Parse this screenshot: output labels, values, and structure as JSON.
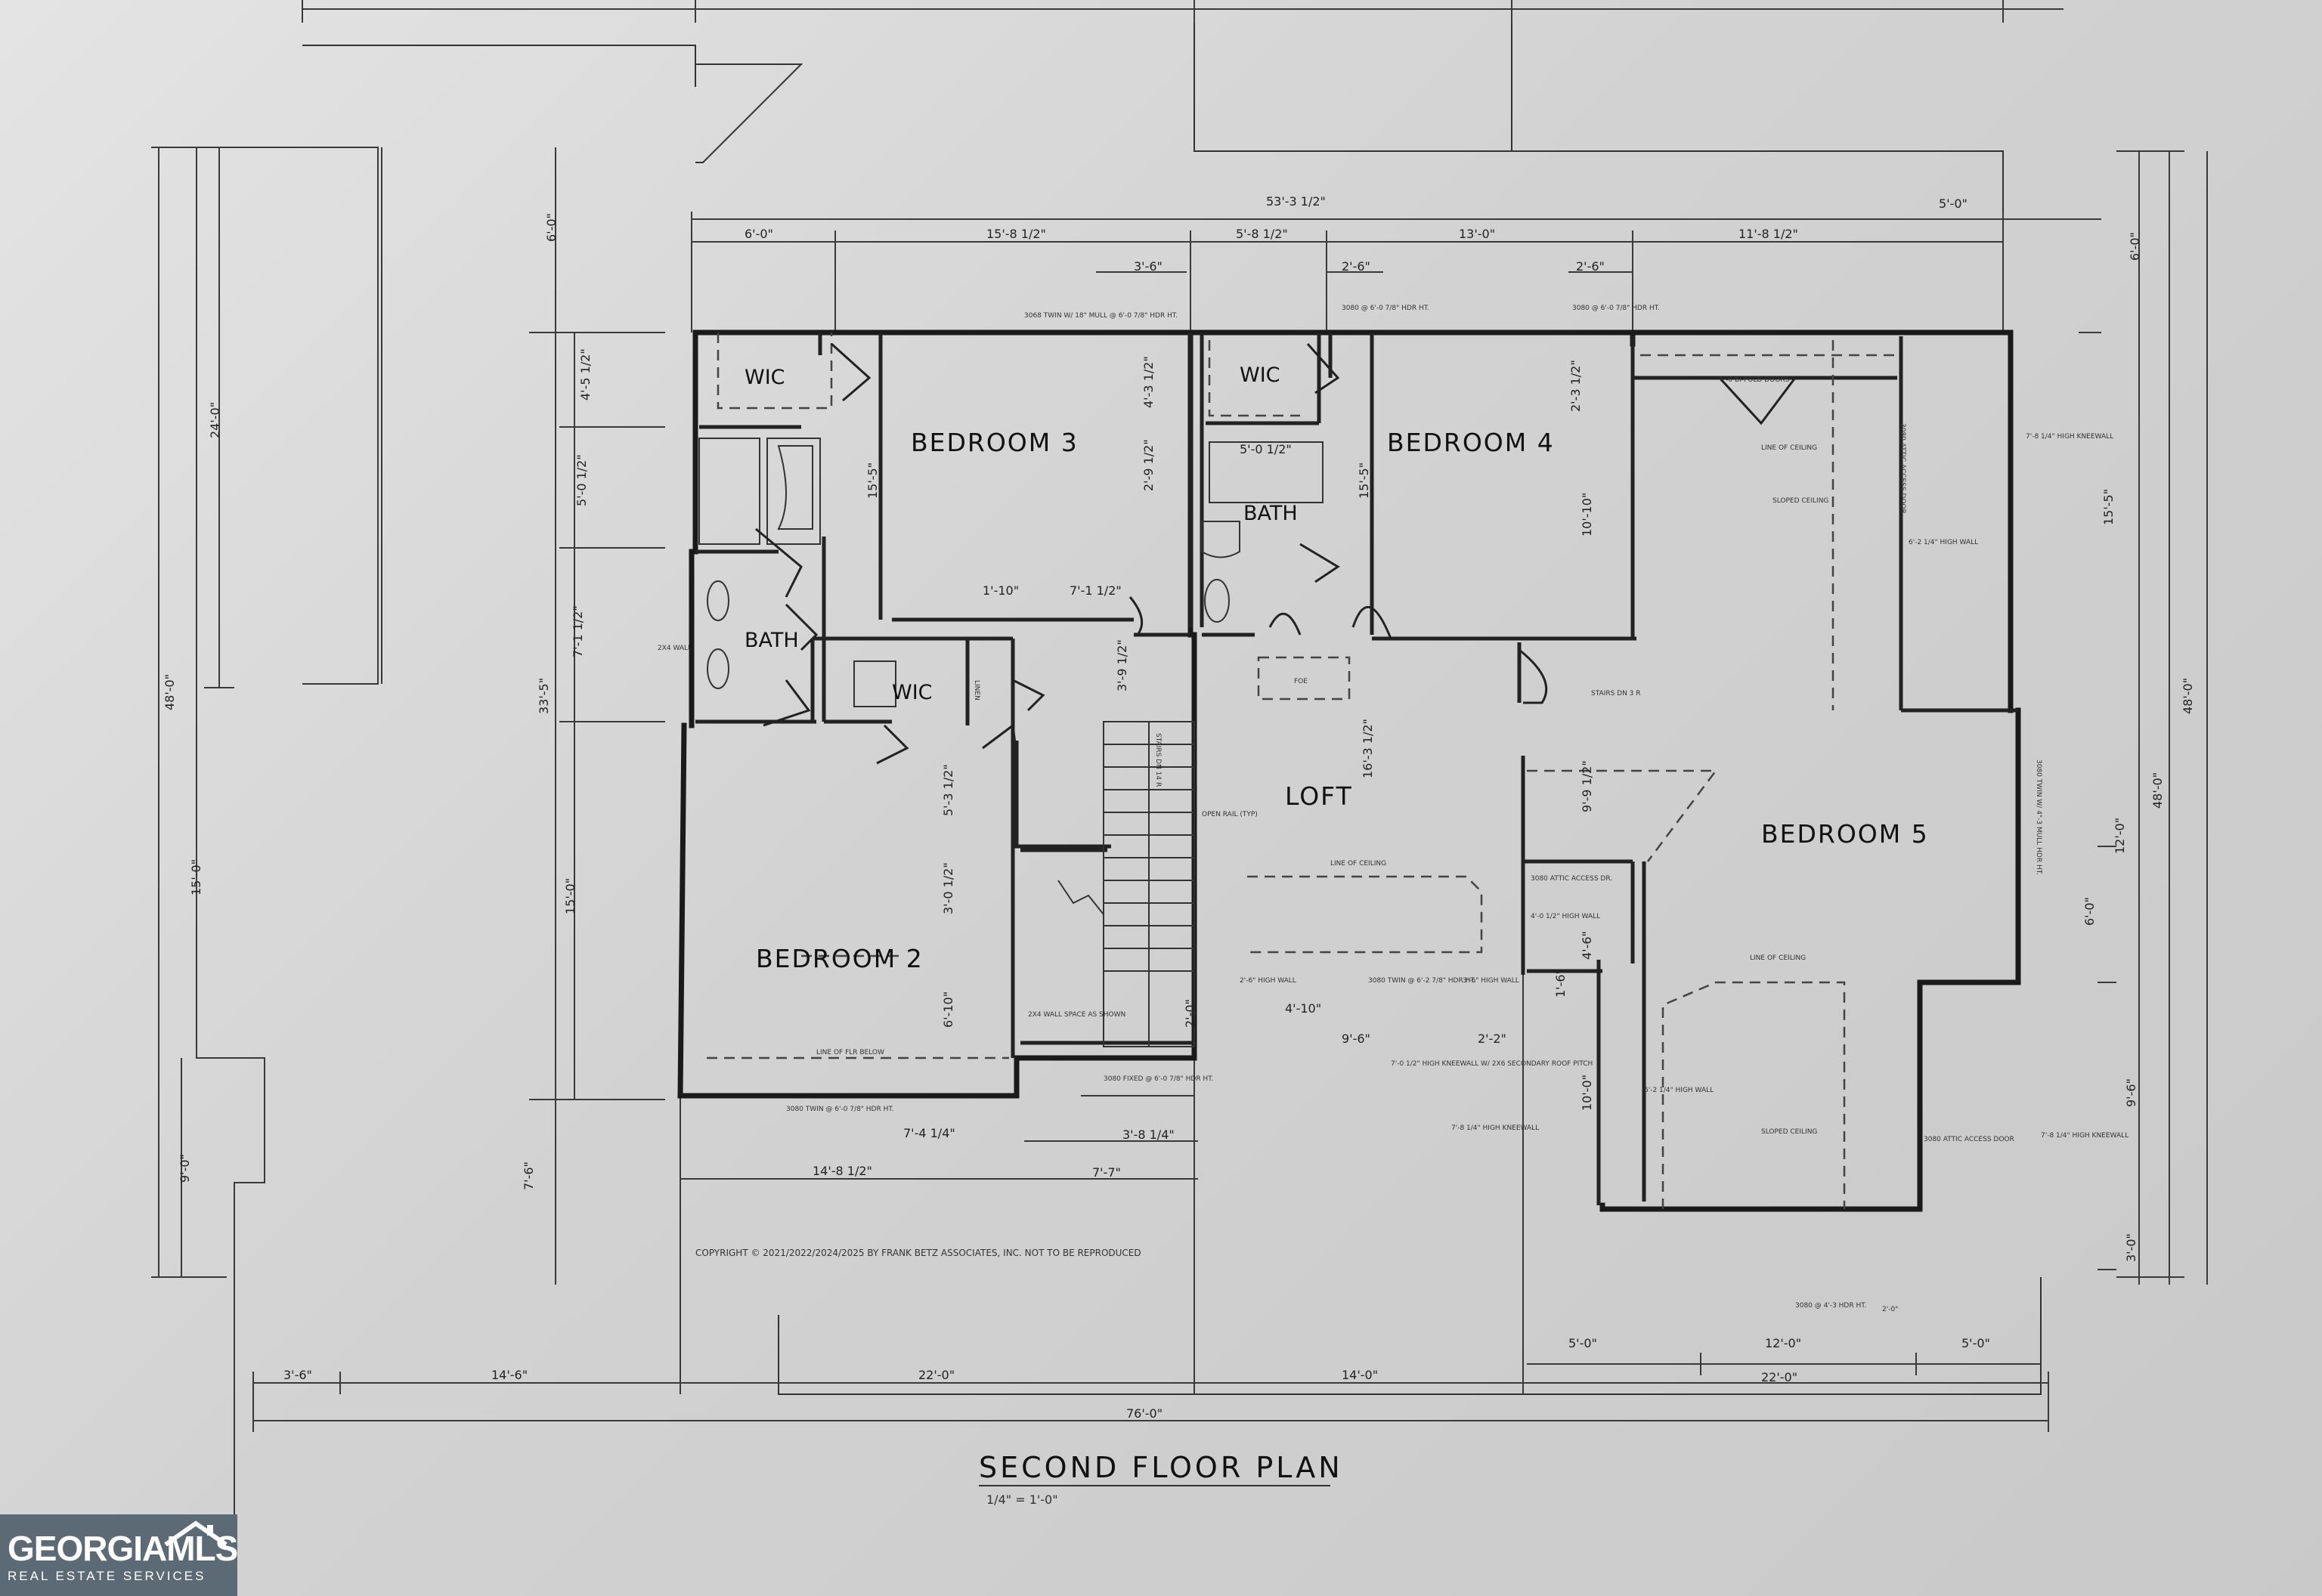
{
  "plan": {
    "title": "SECOND FLOOR PLAN",
    "scale": "1/4\" = 1'-0\"",
    "copyright": "COPYRIGHT © 2021/2022/2024/2025 BY FRANK BETZ ASSOCIATES, INC. NOT TO BE REPRODUCED"
  },
  "rooms": {
    "bedroom2": "BEDROOM 2",
    "bedroom3": "BEDROOM 3",
    "bedroom4": "BEDROOM 4",
    "bedroom5": "BEDROOM 5",
    "loft": "LOFT",
    "bath_left": "BATH",
    "bath_mid": "BATH",
    "wic_top_left": "WIC",
    "wic_mid": "WIC",
    "wic_b4": "WIC",
    "linen": "LINEN",
    "foe": "FOE"
  },
  "dims": {
    "overall_width": "76'-0\"",
    "bottom_1": "3'-6\"",
    "bottom_2": "14'-6\"",
    "bottom_3": "22'-0\"",
    "bottom_4": "14'-0\"",
    "bottom_5": "22'-0\"",
    "bottom_r1": "5'-0\"",
    "bottom_r2": "12'-0\"",
    "bottom_r3": "5'-0\"",
    "top_total": "53'-3 1/2\"",
    "top_right": "5'-0\"",
    "top_a": "6'-0\"",
    "top_b": "15'-8 1/2\"",
    "top_c": "5'-8 1/2\"",
    "top_d": "13'-0\"",
    "top_e": "11'-8 1/2\"",
    "top_f": "3'-6\"",
    "top_g": "2'-6\"",
    "top_h": "2'-6\"",
    "left_1": "6'-0\"",
    "left_2": "24'-0\"",
    "left_3": "48'-0\"",
    "left_4": "15'-0\"",
    "left_5": "9'-0\"",
    "left_6": "33'-5\"",
    "left_7": "7'-1 1/2\"",
    "left_8": "5'-0 1/2\"",
    "left_9": "4'-5 1/2\"",
    "left_10": "15'-0\"",
    "left_11": "7'-6\"",
    "right_1": "6'-0\"",
    "right_2": "48'-0\"",
    "right_3": "15'-5\"",
    "right_4": "12'-0\"",
    "right_5": "6'-0\"",
    "right_6": "9'-6\"",
    "right_7": "3'-0\"",
    "right_8": "48'-0\"",
    "b3_h": "15'-5\"",
    "b3_a": "4'-3 1/2\"",
    "b3_b": "2'-9 1/2\"",
    "b3_c": "7'-1 1/2\"",
    "b3_d": "1'-10\"",
    "b4_h": "10'-10\"",
    "b4_w": "15'-5\"",
    "b4_a": "2'-3 1/2\"",
    "bath4": "5'-0 1/2\"",
    "loft_h": "16'-3 1/2\"",
    "loft_a": "3'-9 1/2\"",
    "loft_b": "4'-10\"",
    "loft_c": "9'-6\"",
    "loft_d": "2'-2\"",
    "b2_a": "5'-3 1/2\"",
    "b2_b": "3'-0 1/2\"",
    "b2_c": "6'-10\"",
    "b2_d": "14'-8 1/2\"",
    "b2_e": "7'-4 1/4\"",
    "b2_f": "3'-8 1/4\"",
    "b2_g": "7'-7\"",
    "b5_a": "9'-9 1/2\"",
    "b5_b": "10'-0\"",
    "b5_c": "1'-6\"",
    "b5_d": "4'-6\"",
    "b5_e": "2'-0\""
  },
  "notes": {
    "n1": "3068 TWIN W/ 18\" MULL @ 6'-0 7/8\" HDR HT.",
    "n2": "3080 @ 6'-0 7/8\" HDR HT.",
    "n3": "3080 @ 6'-0 7/8\" HDR HT.",
    "n4": "6'-0 BI-FOLD DOORS",
    "n5": "LINE OF CEILING",
    "n6": "SLOPED CEILING",
    "n7": "3080 ATTIC ACCESS DOOR",
    "n8": "6'-2 1/4\" HIGH WALL",
    "n9": "7'-8 1/4\" HIGH KNEEWALL",
    "n10": "STAIRS DN 3 R",
    "n11": "STAIRS DN 14 R",
    "n12": "OPEN RAIL (TYP)",
    "n13": "LINE OF CEILING",
    "n14": "2'-6\" HIGH WALL",
    "n15": "3080 TWIN @ 6'-2 7/8\" HDR HT.",
    "n16": "3'-6\" HIGH WALL",
    "n17": "2X4 WALL SPACE AS SHOWN",
    "n18": "LINE OF FLR BELOW",
    "n19": "3080 TWIN @ 6'-0 7/8\" HDR HT.",
    "n20": "3080 FIXED @ 6'-0 7/8\" HDR HT.",
    "n21": "7'-0 1/2\" HIGH KNEEWALL W/ 2X6 SECONDARY ROOF PITCH",
    "n22": "7'-8 1/4\" HIGH KNEEWALL",
    "n23": "3080 ATTIC ACCESS DR.",
    "n24": "4'-0 1/2\" HIGH WALL",
    "n25": "6'-2 1/4\" HIGH WALL",
    "n26": "SLOPED CEILING",
    "n27": "LINE OF CEILING",
    "n28": "3080 ATTIC ACCESS DOOR",
    "n29": "7'-8 1/4\" HIGH KNEEWALL",
    "n30": "3080 TWIN W/ 4\"-3 MULL HDR HT.",
    "n31": "3080 @ 4'-3 HDR HT.",
    "n32": "2'-0\"",
    "n33": "2X4 WALL"
  },
  "logo": {
    "main": "GEORGIAMLS",
    "sub": "REAL ESTATE SERVICES"
  }
}
